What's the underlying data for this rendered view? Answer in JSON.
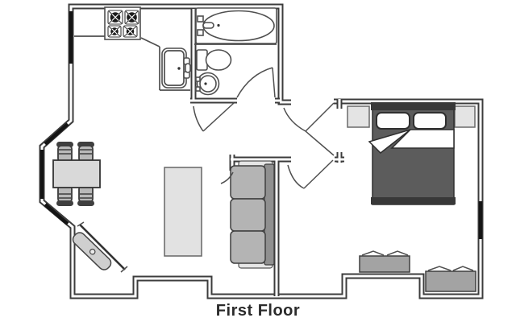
{
  "title": {
    "label": "First Floor"
  },
  "palette": {
    "wall": "#3c3c3c",
    "window": "#151515",
    "line": "#4f4f4f",
    "bed": "#5c5c5c",
    "bed_frame": "#383838",
    "sofa_cushion": "#b4b4b4",
    "sofa_back": "#909090",
    "sofa_cap": "#e6e6e6",
    "dresser": "#a3a3a3",
    "nightstand": "#e4e4e4",
    "table": "#d9d9d9",
    "coffee_table": "#e2e2e2",
    "chair_seat": "#b9b9b9",
    "chair_back": "#3f3f3f",
    "console": "#cfcfcf",
    "text": "#2b2b2b",
    "background": "#ffffff"
  },
  "fixtures": {
    "kitchen": [
      "stove-4-burners",
      "kitchen-sink",
      "counter"
    ],
    "bathroom": [
      "bathtub",
      "toilet",
      "wash-basin"
    ],
    "bedroom": [
      "double-bed",
      "pillows",
      "nightstand-left",
      "nightstand-right",
      "dresser-foot",
      "dresser-corner"
    ],
    "living_dining": [
      "sofa-3-seat",
      "coffee-table",
      "dining-table",
      "dining-chairs",
      "tv-console"
    ],
    "openings": [
      "bay-window",
      "kitchen-window",
      "bedroom-window",
      "bathroom-door",
      "kitchen-door",
      "entry-door",
      "bedroom-door",
      "living-room-door"
    ]
  }
}
